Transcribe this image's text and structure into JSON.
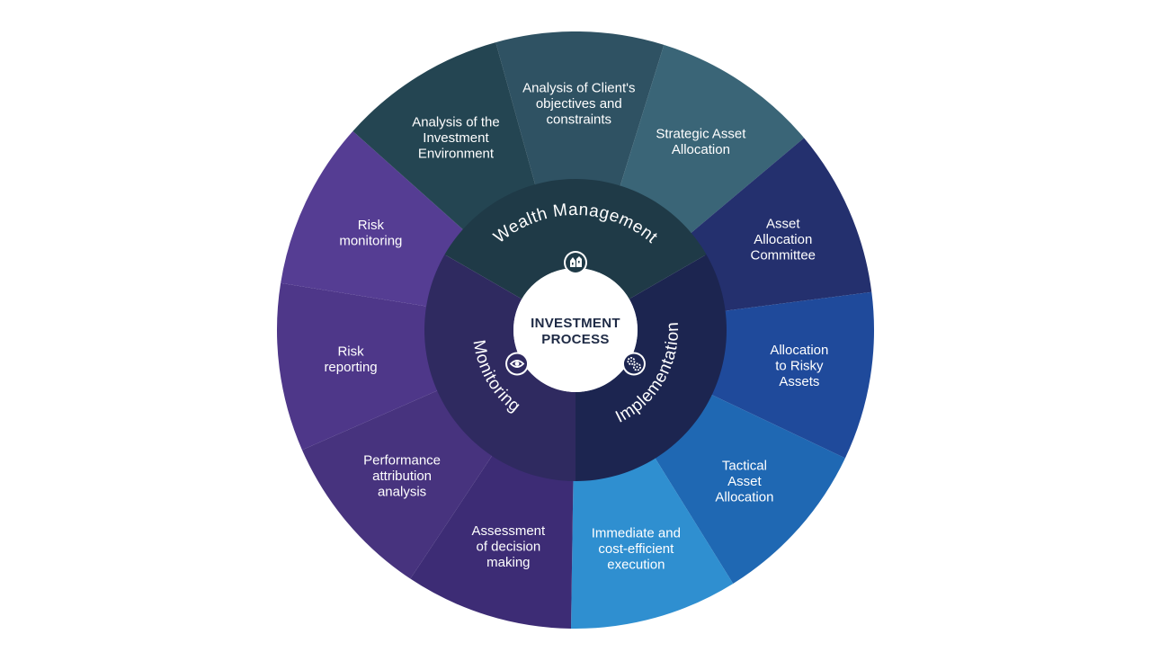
{
  "center": {
    "line1": "INVESTMENT",
    "line2": "PROCESS"
  },
  "sections": [
    {
      "key": "wealth",
      "label": "Wealth Management",
      "color": "#1f3a47",
      "icon": "building-icon"
    },
    {
      "key": "implementation",
      "label": "Implementation",
      "color": "#1c2550",
      "icon": "gears-icon"
    },
    {
      "key": "monitoring",
      "label": "Monitoring",
      "color": "#2f2a60",
      "icon": "eye-icon"
    }
  ],
  "segments": [
    {
      "lines": [
        "Analysis of Client's",
        "objectives and",
        "constraints"
      ],
      "color": "#2f5263"
    },
    {
      "lines": [
        "Strategic Asset",
        "Allocation"
      ],
      "color": "#3a6577"
    },
    {
      "lines": [
        "Asset",
        "Allocation",
        "Committee"
      ],
      "color": "#24306e"
    },
    {
      "lines": [
        "Allocation",
        "to Risky",
        "Assets"
      ],
      "color": "#1f4a9b"
    },
    {
      "lines": [
        "Tactical",
        "Asset",
        "Allocation"
      ],
      "color": "#1f68b3"
    },
    {
      "lines": [
        "Immediate and",
        "cost-efficient",
        "execution"
      ],
      "color": "#2f8fd0"
    },
    {
      "lines": [
        "Assessment",
        "of decision",
        "making"
      ],
      "color": "#3d2c75"
    },
    {
      "lines": [
        "Performance",
        "attribution",
        "analysis"
      ],
      "color": "#47337e"
    },
    {
      "lines": [
        "Risk",
        "reporting"
      ],
      "color": "#4e3789"
    },
    {
      "lines": [
        "Risk",
        "monitoring"
      ],
      "color": "#553d93"
    },
    {
      "lines": [
        "Analysis of the",
        "Investment",
        "Environment"
      ],
      "color": "#244552"
    }
  ]
}
